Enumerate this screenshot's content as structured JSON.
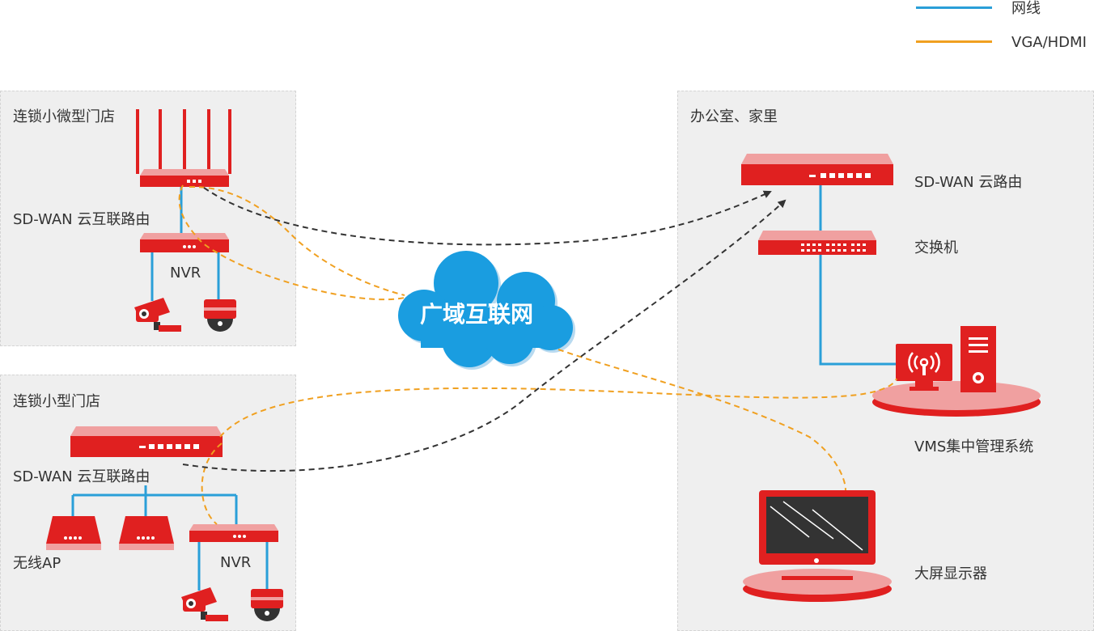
{
  "legend": {
    "items": [
      {
        "label": "网线",
        "color": "#2a9fd8"
      },
      {
        "label": "VGA/HDMI",
        "color": "#f0a020"
      }
    ]
  },
  "panels": {
    "micro_store": {
      "title": "连锁小微型门店",
      "router_label": "SD-WAN 云互联路由",
      "nvr_label": "NVR"
    },
    "small_store": {
      "title": "连锁小型门店",
      "router_label": "SD-WAN 云互联路由",
      "ap_label": "无线AP",
      "nvr_label": "NVR"
    },
    "office": {
      "title": "办公室、家里",
      "router_label": "SD-WAN 云路由",
      "switch_label": "交换机",
      "vms_label": "VMS集中管理系统",
      "screen_label": "大屏显示器"
    }
  },
  "cloud": {
    "label": "广域互联网"
  },
  "colors": {
    "device_red": "#e02020",
    "device_pink": "#f0a0a0",
    "cloud_blue": "#1a9de0",
    "net_line": "#2a9fd8",
    "vga_line": "#f0a020"
  }
}
